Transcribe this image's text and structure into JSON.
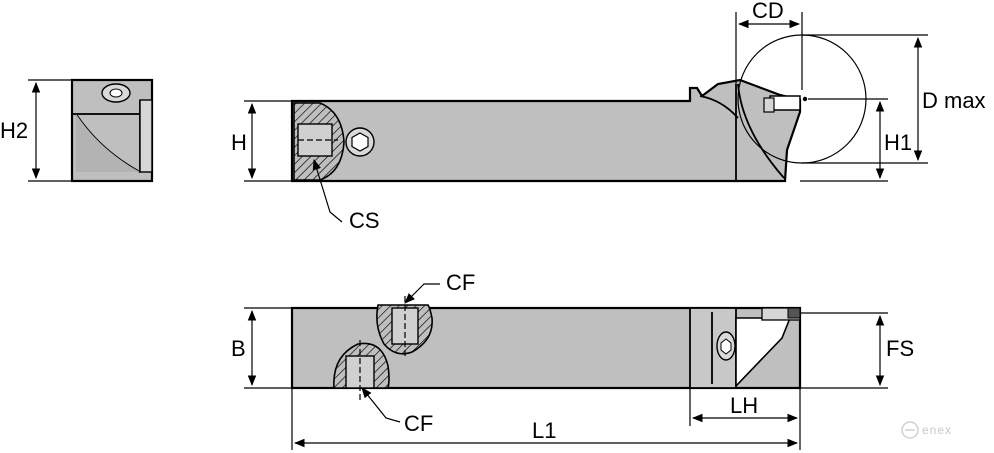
{
  "labels": {
    "h2": "H2",
    "h": "H",
    "cs": "CS",
    "cd": "CD",
    "d_max": "D max",
    "h1": "H1",
    "cf_top": "CF",
    "cf_bottom": "CF",
    "b": "B",
    "fs": "FS",
    "lh": "LH",
    "l1": "L1"
  },
  "watermark": {
    "text": "enex"
  },
  "colors": {
    "body": "#bfbfbf",
    "outline": "#000000",
    "watermark": "#c9c9c9"
  }
}
